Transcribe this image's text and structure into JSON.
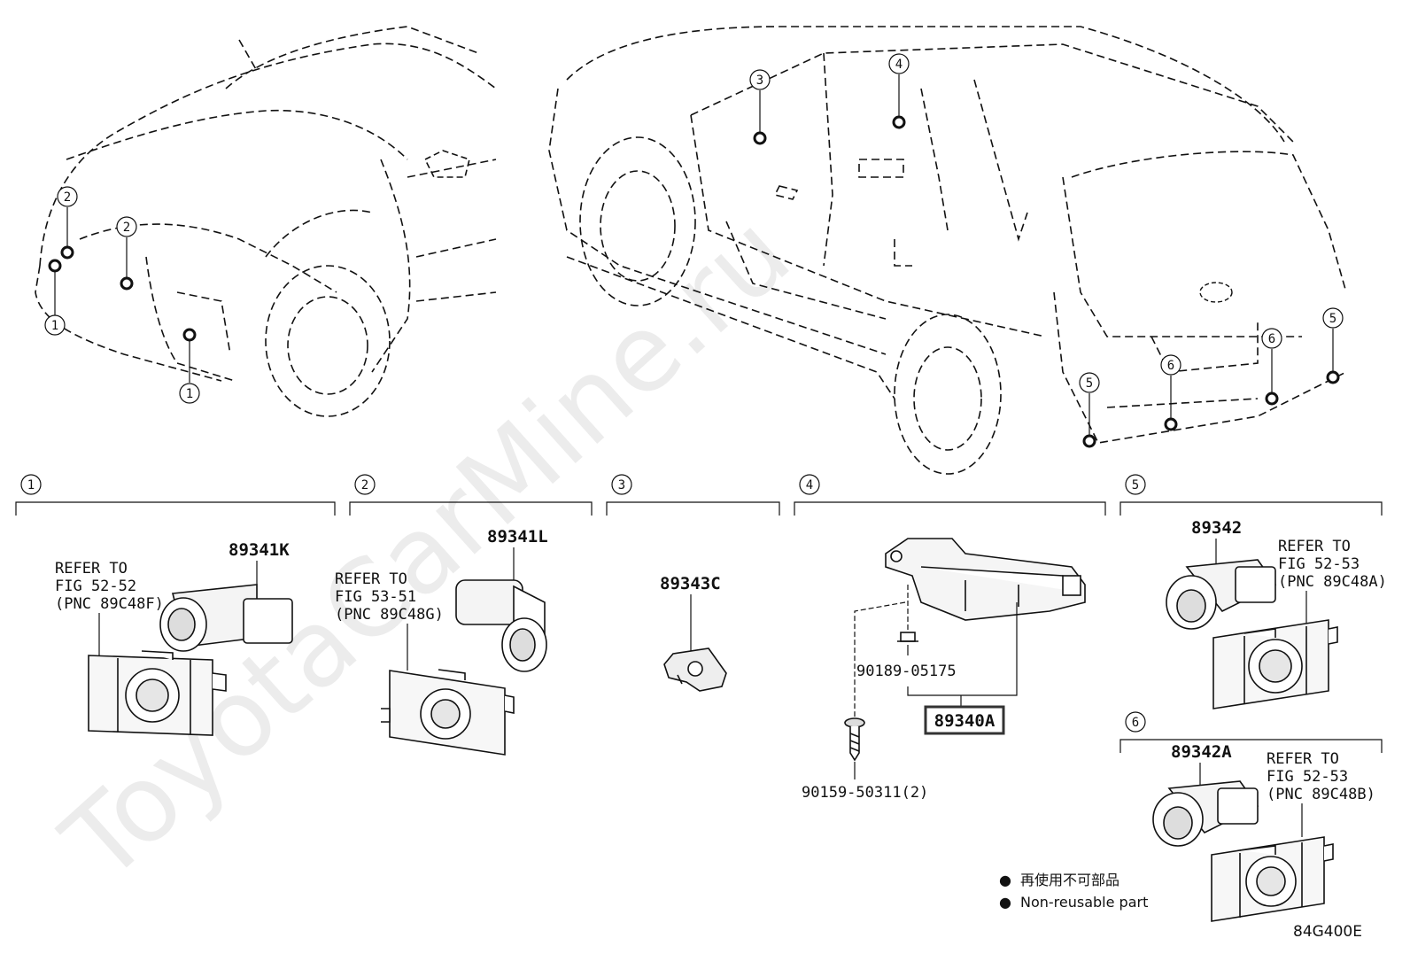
{
  "watermark": "ToyotaCarMine.ru",
  "callout_numbers": [
    "1",
    "2",
    "3",
    "4",
    "5",
    "6"
  ],
  "sections": [
    {
      "num": "1",
      "part": "89341K",
      "refer": [
        "REFER TO",
        "FIG 52-52",
        "(PNC 89C48F)"
      ]
    },
    {
      "num": "2",
      "part": "89341L",
      "refer": [
        "REFER TO",
        "FIG 53-51",
        "(PNC 89C48G)"
      ]
    },
    {
      "num": "3",
      "part": "89343C",
      "refer": []
    },
    {
      "num": "4",
      "part": "89340A",
      "refer": []
    },
    {
      "num": "5",
      "part": "89342",
      "refer": [
        "REFER TO",
        "FIG 52-53",
        "(PNC 89C48A)"
      ]
    },
    {
      "num": "6",
      "part": "89342A",
      "refer": [
        "REFER TO",
        "FIG 52-53",
        "(PNC 89C48B)"
      ]
    }
  ],
  "sub_parts": {
    "nut": "90189-05175",
    "screw": "90159-50311(2)"
  },
  "legend": [
    {
      "symbol": "●",
      "text": "再使用不可部品"
    },
    {
      "symbol": "●",
      "text": "Non-reusable part"
    }
  ],
  "diagram_code": "84G400E"
}
